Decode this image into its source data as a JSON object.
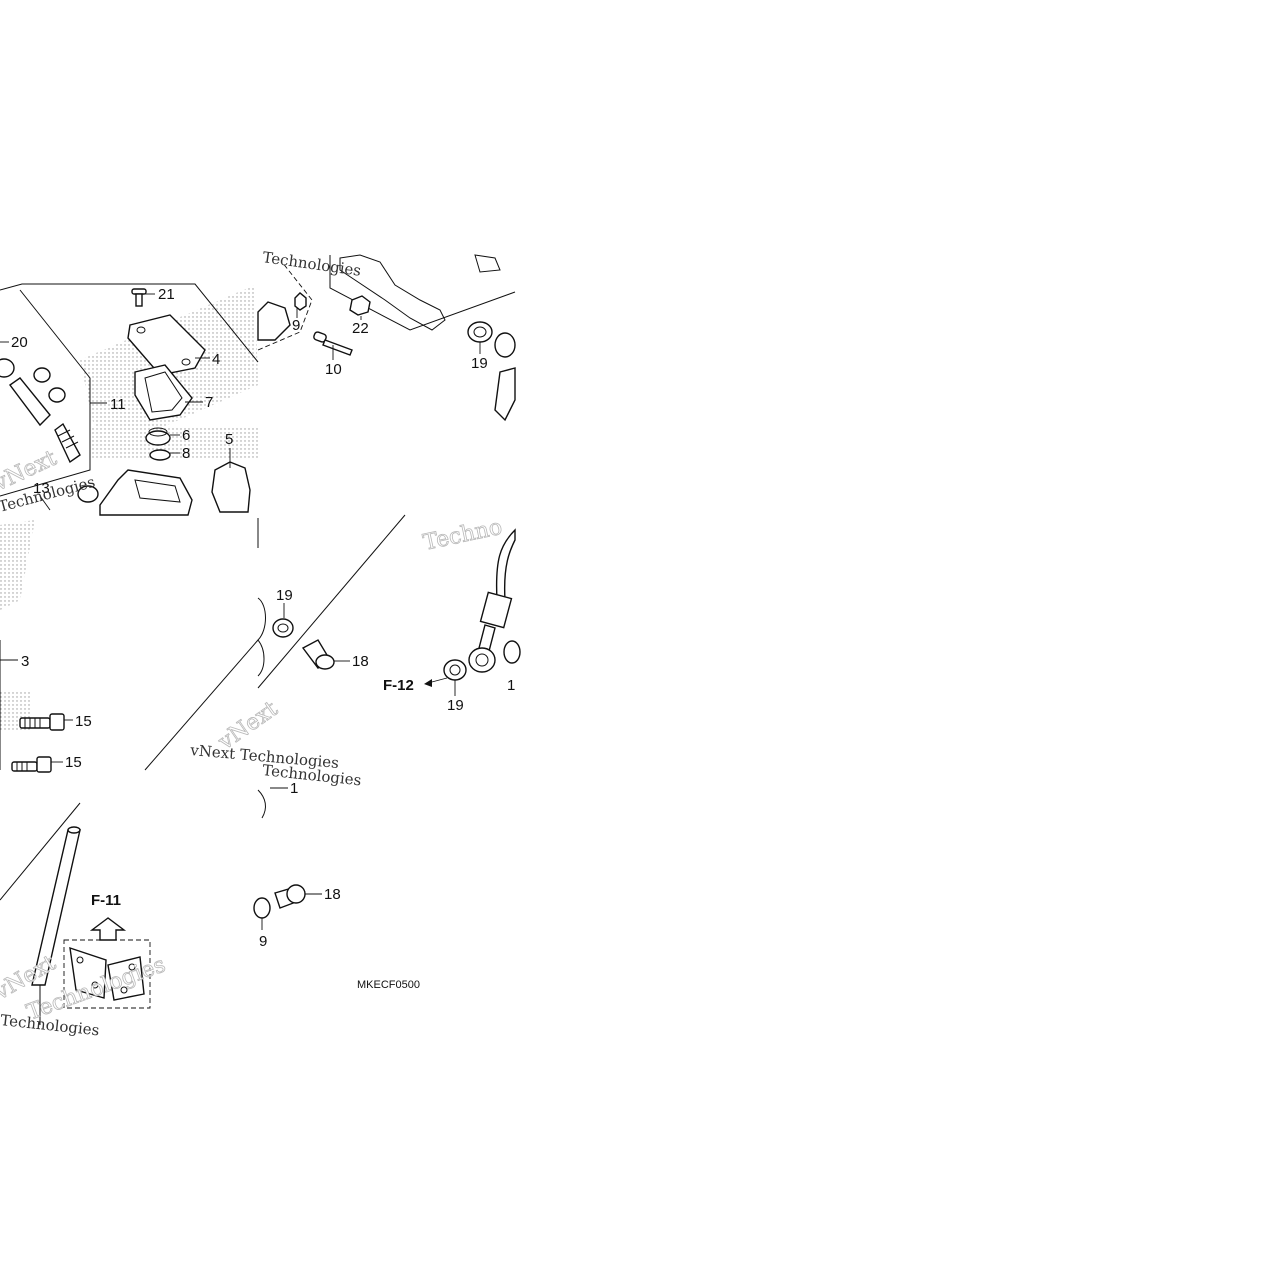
{
  "callouts": {
    "c1": "1",
    "c3": "3",
    "c4": "4",
    "c5": "5",
    "c6": "6",
    "c7": "7",
    "c8": "8",
    "c9a": "9",
    "c9b": "9",
    "c10": "10",
    "c11": "11",
    "c13": "13",
    "c15a": "15",
    "c15b": "15",
    "c18a": "18",
    "c18b": "18",
    "c19a": "19",
    "c19b": "19",
    "c19c": "19",
    "c19d": "1",
    "c20": "20",
    "c21": "21",
    "c22": "22"
  },
  "refs": {
    "f11": "F-11",
    "f12": "F-12"
  },
  "diagram_code": "MKECF0500",
  "watermarks": {
    "w1": "Technologies",
    "w2": "vNext",
    "w3": "Technologies",
    "w4": "Techno",
    "w5": "vNext",
    "w6": "vNext Technologies",
    "w7": "Technologies",
    "w8": "vNext",
    "w9": "Technologies",
    "w10": "Technologies"
  }
}
